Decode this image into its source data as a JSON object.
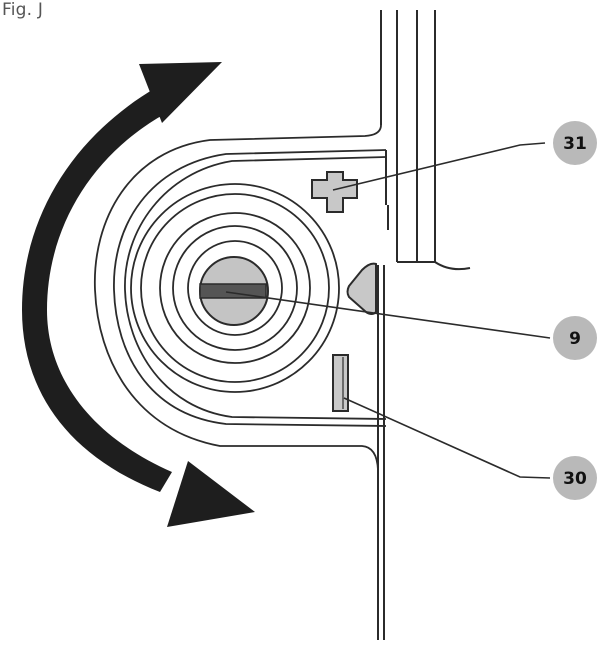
{
  "figure": {
    "label": "Fig. J",
    "colors": {
      "line": "#2b2b2b",
      "arrow": "#1e1e1e",
      "knob": "#c4c4c4",
      "slot": "#555555",
      "callout_fill": "#b9b9b9",
      "part_fill": "#c8c8c8"
    },
    "callouts": [
      {
        "id": "31",
        "label": "31"
      },
      {
        "id": "9",
        "label": "9"
      },
      {
        "id": "30",
        "label": "30"
      }
    ]
  }
}
